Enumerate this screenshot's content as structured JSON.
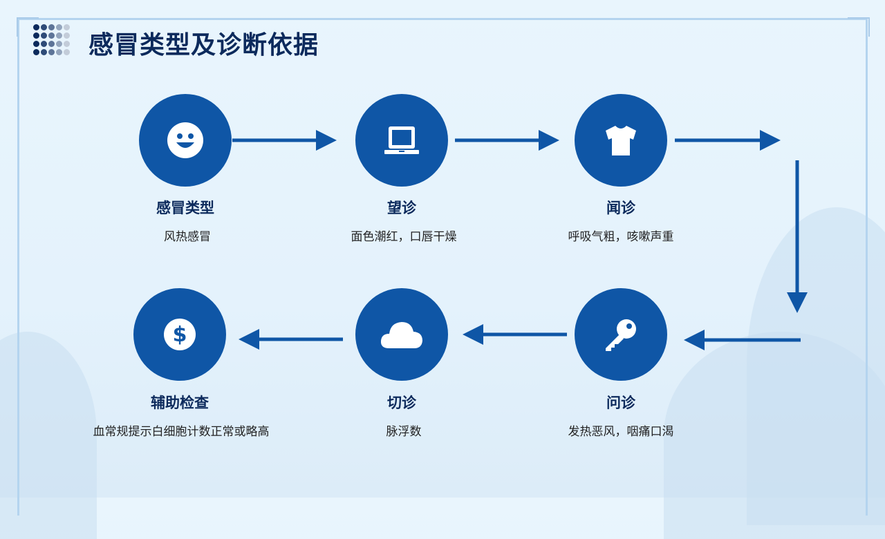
{
  "slide": {
    "title": "感冒类型及诊断依据"
  },
  "steps": [
    {
      "title": "感冒类型",
      "desc": "风热感冒",
      "icon": "smile-icon"
    },
    {
      "title": "望诊",
      "desc": "面色潮红，口唇干燥",
      "icon": "laptop-icon"
    },
    {
      "title": "闻诊",
      "desc": "呼吸气粗，咳嗽声重",
      "icon": "shirt-icon"
    },
    {
      "title": "问诊",
      "desc": "发热恶风，咽痛口渴",
      "icon": "key-icon"
    },
    {
      "title": "切诊",
      "desc": "脉浮数",
      "icon": "cloud-icon"
    },
    {
      "title": "辅助检查",
      "desc": "血常规提示白细胞计数正常或略高",
      "icon": "dollar-icon"
    }
  ],
  "colors": {
    "accent": "#0f56a6",
    "title": "#0c2a5c"
  }
}
